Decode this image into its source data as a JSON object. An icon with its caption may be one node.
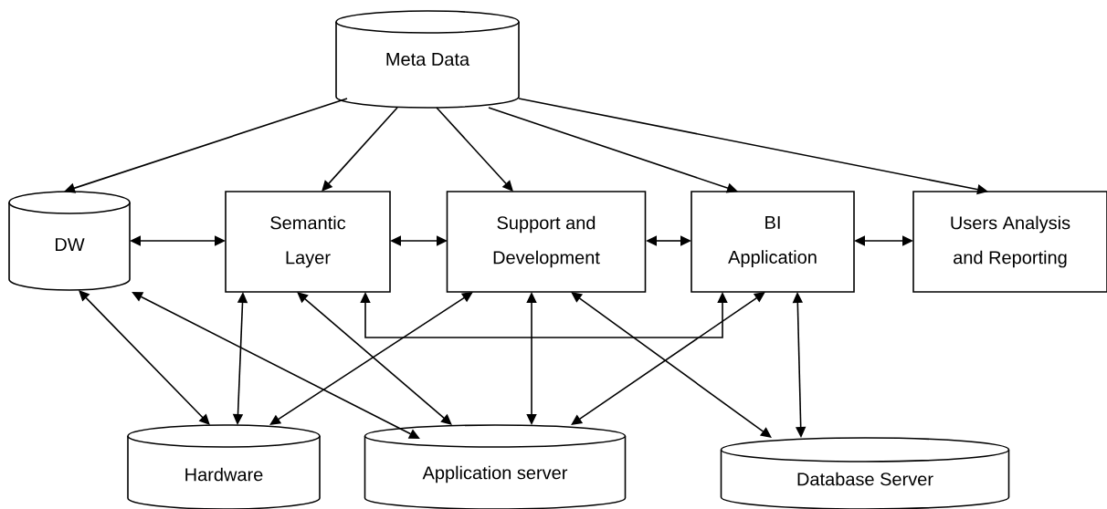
{
  "diagram": {
    "nodes": [
      {
        "text": [
          "Meta Data"
        ]
      },
      {
        "text": [
          "DW"
        ]
      },
      {
        "text": [
          "Semantic Layer"
        ]
      },
      {
        "text": [
          "Support and Development"
        ]
      },
      {
        "text": [
          "BI Application"
        ]
      },
      {
        "text": [
          "Users Analysis and Reporting"
        ]
      },
      {
        "text": [
          "Hardware"
        ]
      },
      {
        "text": [
          "Application server"
        ]
      },
      {
        "text": [
          "Database Server"
        ]
      }
    ],
    "edges": [
      {
        "from": 0,
        "to": 1,
        "arrow": "to"
      },
      {
        "from": 0,
        "to": 2,
        "arrow": "to"
      },
      {
        "from": 0,
        "to": 3,
        "arrow": "to"
      },
      {
        "from": 0,
        "to": 4,
        "arrow": "to"
      },
      {
        "from": 0,
        "to": 5,
        "arrow": "to"
      },
      {
        "from": 1,
        "to": 2,
        "arrow": "both"
      },
      {
        "from": 2,
        "to": 3,
        "arrow": "both"
      },
      {
        "from": 3,
        "to": 4,
        "arrow": "both"
      },
      {
        "from": 4,
        "to": 5,
        "arrow": "both"
      },
      {
        "from": 1,
        "to": 6,
        "arrow": "both"
      },
      {
        "from": 1,
        "to": 7,
        "arrow": "both"
      },
      {
        "from": 2,
        "to": 6,
        "arrow": "both"
      },
      {
        "from": 2,
        "to": 7,
        "arrow": "both"
      },
      {
        "from": 2,
        "to": 4,
        "arrow": "both"
      },
      {
        "from": 3,
        "to": 6,
        "arrow": "both"
      },
      {
        "from": 3,
        "to": 7,
        "arrow": "both"
      },
      {
        "from": 3,
        "to": 8,
        "arrow": "both"
      },
      {
        "from": 4,
        "to": 7,
        "arrow": "both"
      },
      {
        "from": 4,
        "to": 8,
        "arrow": "both"
      }
    ]
  }
}
